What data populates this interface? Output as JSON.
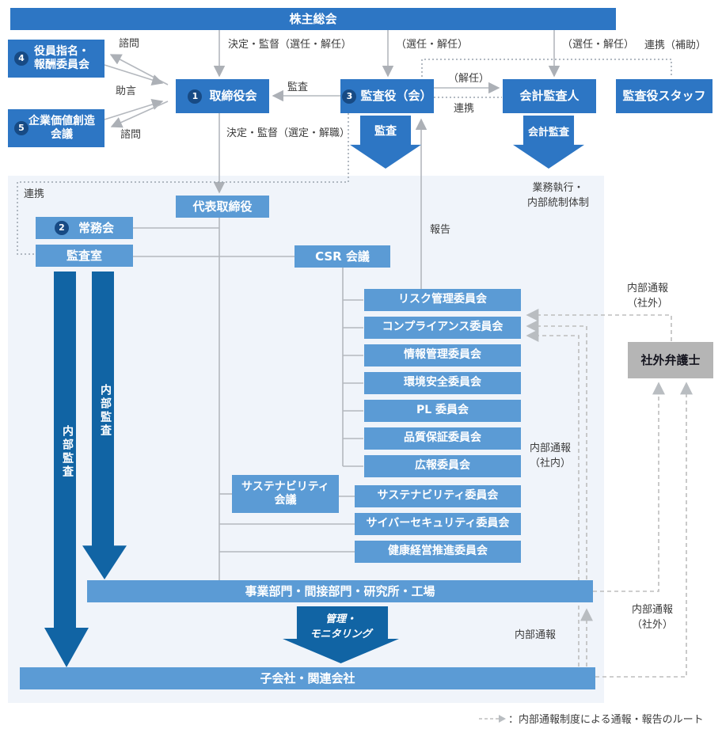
{
  "colors": {
    "primary_blue": "#2d76c4",
    "light_blue": "#5b9bd5",
    "navy_arrow": "#1164a4",
    "badge_navy": "#174a84",
    "panel_bg": "#f0f4fa",
    "gray_box": "#b5b5b5"
  },
  "nodes": {
    "shareholders": {
      "label": "株主総会"
    },
    "nomination": {
      "badge": "4",
      "line1": "役員指名・",
      "line2": "報酬委員会"
    },
    "value_creation": {
      "badge": "5",
      "line1": "企業価値創造",
      "line2": "会議"
    },
    "board": {
      "badge": "1",
      "label": "取締役会"
    },
    "audit_board": {
      "badge": "3",
      "label": "監査役（会）"
    },
    "accounting_auditor": {
      "label": "会計監査人"
    },
    "audit_staff": {
      "label": "監査役スタッフ"
    },
    "representative_director": {
      "label": "代表取締役"
    },
    "executive_committee": {
      "badge": "2",
      "label": "常務会"
    },
    "audit_office": {
      "label": "監査室"
    },
    "csr_meeting": {
      "label": "CSR 会議"
    },
    "sustainability_meeting": {
      "line1": "サステナビリティ",
      "line2": "会議"
    },
    "external_lawyer": {
      "label": "社外弁護士"
    },
    "business_divisions": {
      "label": "事業部門・間接部門・研究所・工場"
    },
    "subsidiaries": {
      "label": "子会社・関連会社"
    }
  },
  "committees": [
    {
      "label": "リスク管理委員会"
    },
    {
      "label": "コンプライアンス委員会"
    },
    {
      "label": "情報管理委員会"
    },
    {
      "label": "環境安全委員会"
    },
    {
      "label": "PL 委員会"
    },
    {
      "label": "品質保証委員会"
    },
    {
      "label": "広報委員会"
    },
    {
      "label": "サステナビリティ委員会"
    },
    {
      "label": "サイバーセキュリティ委員会"
    },
    {
      "label": "健康経営推進委員会"
    }
  ],
  "labels": {
    "decide_supervise_appoint": "決定・監督（選任・解任）",
    "appoint_dismiss_auditors": "（選任・解任）",
    "appoint_dismiss_accounting": "（選任・解任）",
    "cooperation_assist": "連携（補助）",
    "consult_top": "諮問",
    "advice": "助言",
    "consult_bottom": "諮問",
    "audit_between": "監査",
    "dismiss": "（解任）",
    "cooperation_mid": "連携",
    "decide_supervise_select": "決定・監督（選定・解職）",
    "audit_arrow": "監査",
    "accounting_audit_arrow": "会計監査",
    "cooperation_left": "連携",
    "exec_line1": "業務執行・",
    "exec_line2": "内部統制体制",
    "report": "報告",
    "internal_audit_left": "内部監査",
    "internal_audit_right": "内部監査",
    "whistle_ext_top_line1": "内部通報",
    "whistle_ext_top_line2": "（社外）",
    "whistle_int_line1": "内部通報",
    "whistle_int_line2": "（社内）",
    "mgmt_line1": "管理・",
    "mgmt_line2": "モニタリング",
    "whistle_plain": "内部通報",
    "whistle_ext_bottom_line1": "内部通報",
    "whistle_ext_bottom_line2": "（社外）",
    "legend": "：内部通報制度による通報・報告のルート"
  }
}
